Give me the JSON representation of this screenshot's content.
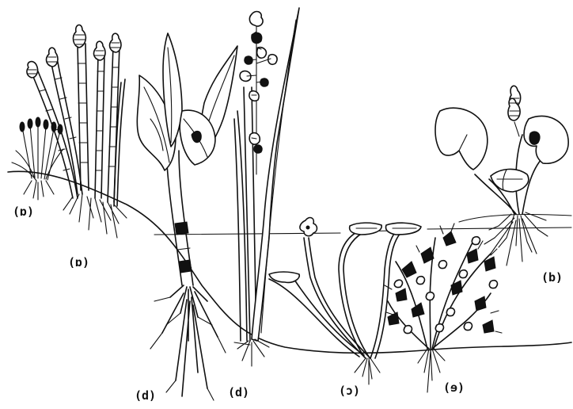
{
  "labels": {
    "a1": "(ɒ)",
    "a2": "(ɒ)",
    "b": "(b)",
    "c": "(ɔ)",
    "d1": "(d)",
    "d2": "(d)",
    "e": "(ɘ)"
  },
  "colors": {
    "ink": "#111111",
    "paper": "#ffffff"
  }
}
